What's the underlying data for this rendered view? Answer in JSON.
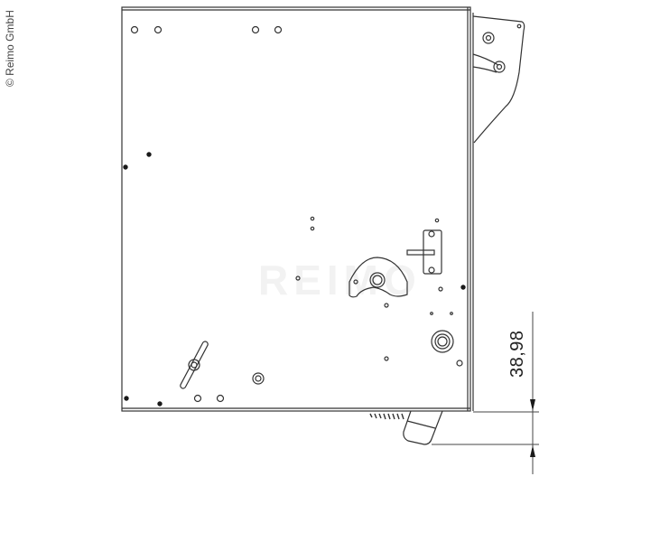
{
  "copyright": "© Reimo GmbH",
  "watermark": "REIMO",
  "dimension": {
    "value": "38,98"
  },
  "colors": {
    "line": "#333333",
    "fill_dark": "#1a1a1a",
    "background": "#ffffff"
  }
}
